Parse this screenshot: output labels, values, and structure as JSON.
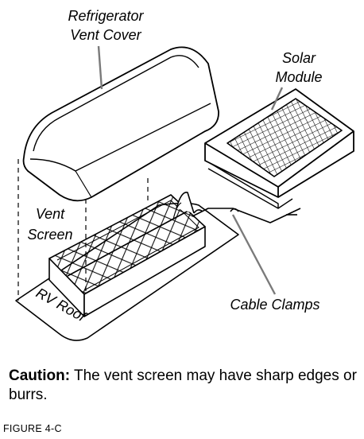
{
  "labels": {
    "refrigerator_vent_cover": [
      "Refrigerator",
      "Vent Cover"
    ],
    "solar_module": [
      "Solar",
      "Module"
    ],
    "vent_screen": [
      "Vent",
      "Screen"
    ],
    "rv_roof": "RV Roof",
    "cable_clamps": "Cable Clamps"
  },
  "caution": {
    "heading": "Caution:",
    "text": " The vent screen may have sharp edges or burrs."
  },
  "figure_label": "FIGURE 4-C"
}
